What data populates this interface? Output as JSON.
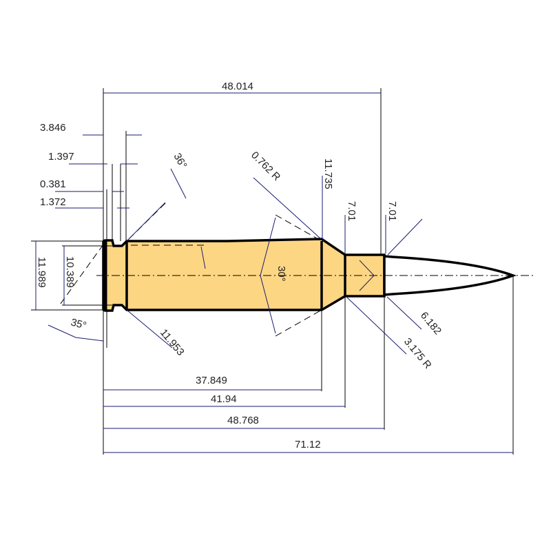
{
  "colors": {
    "case_fill": "#fdd683",
    "outline": "#000000",
    "dimension": "#1a1a70"
  },
  "dimensions": {
    "overall_to_neck_top": "48.014",
    "rim_to_body_start": "3.846",
    "rim_thickness_a": "1.397",
    "rim_bevel": "0.381",
    "groove_width": "1.372",
    "rim_diameter": "11.989",
    "groove_diameter": "10.389",
    "groove_angle": "35°",
    "body_angle": "36°",
    "base_diameter": "11.953",
    "shoulder_radius": "0.762 R",
    "shoulder_diameter": "11.735",
    "neck_diameter_base": "7.01",
    "neck_diameter_mouth": "7.01",
    "shoulder_angle": "30°",
    "bullet_diameter": "6.182",
    "neck_radius": "3.175 R",
    "length_to_shoulder": "37.849",
    "length_to_neck": "41.94",
    "case_length": "48.768",
    "overall_length": "71.12"
  }
}
